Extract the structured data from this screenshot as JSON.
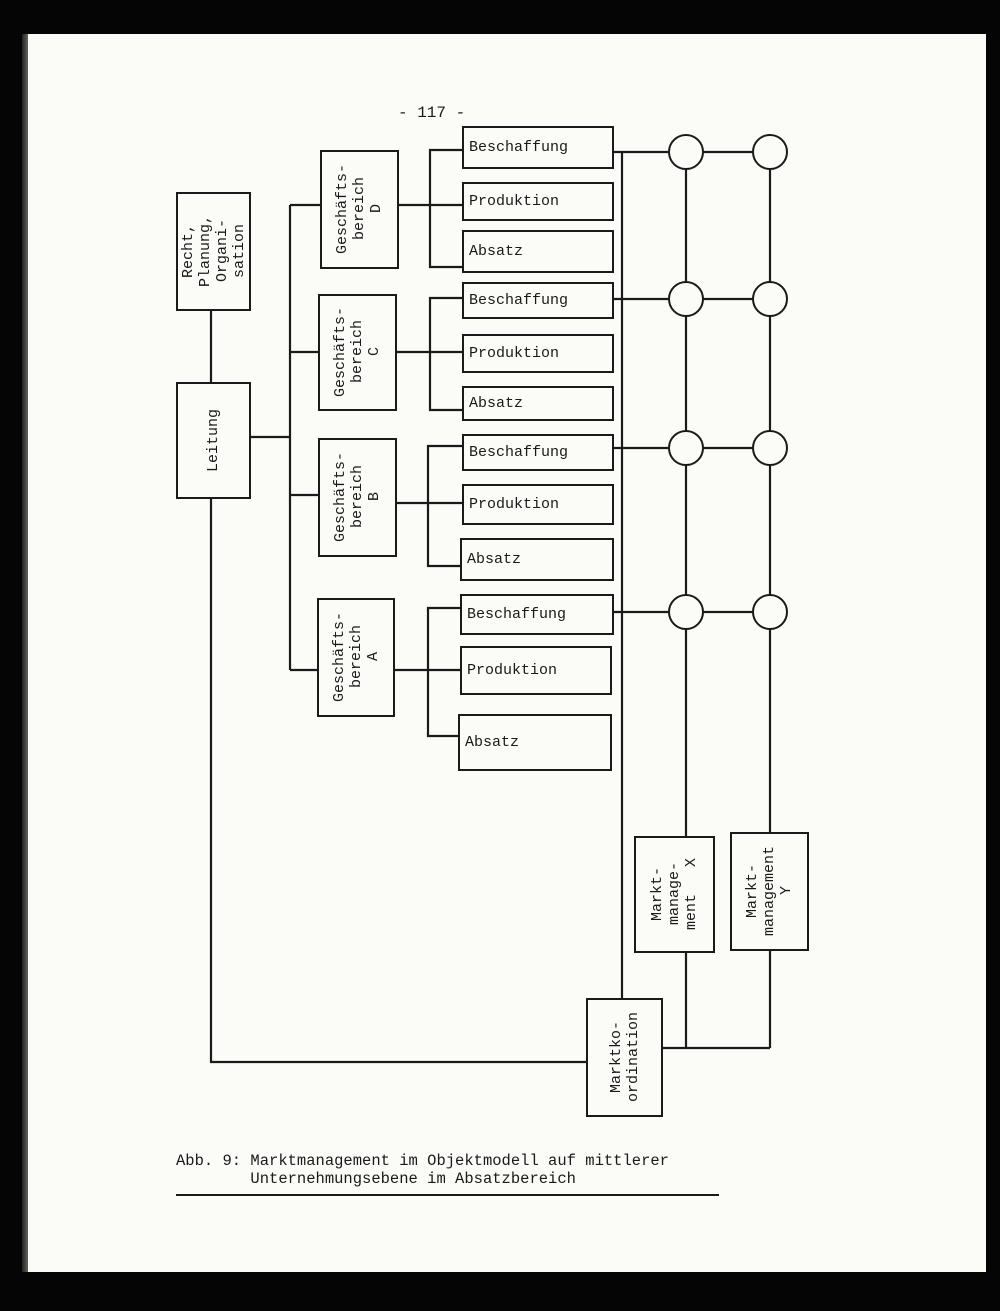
{
  "page_number": "- 117 -",
  "diagram": {
    "recht": "Recht,\nPlanung,\nOrgani-\nsation",
    "leitung": "Leitung",
    "geschaeftsbereiche": [
      {
        "label": "Geschäfts-\nbereich\nD"
      },
      {
        "label": "Geschäfts-\nbereich\nC"
      },
      {
        "label": "Geschäfts-\nbereich\nB"
      },
      {
        "label": "Geschäfts-\nbereich\nA"
      }
    ],
    "functions": [
      "Beschaffung",
      "Produktion",
      "Absatz"
    ],
    "marktmanagement_x": "Markt-\nmanage-\nment   X",
    "marktmanagement_y": "Markt-\nmanagement\nY",
    "marktkoordination": "Marktko-\nordination"
  },
  "caption": {
    "line1": "Abb. 9: Marktmanagement im Objektmodell auf mittlerer",
    "line2": "        Unternehmungsebene im Absatzbereich"
  }
}
